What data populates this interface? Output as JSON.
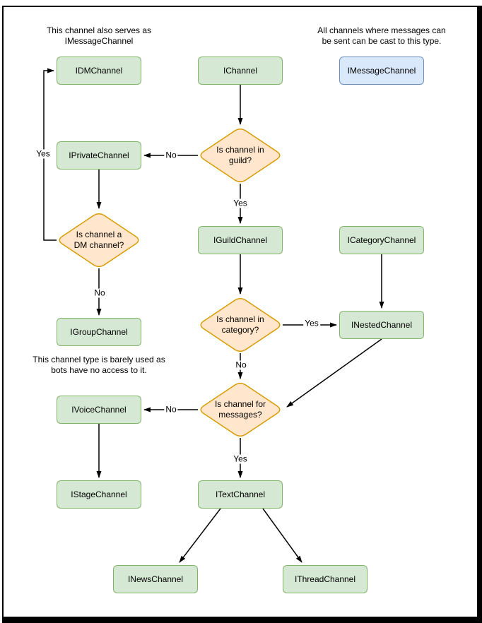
{
  "diagram": {
    "colors": {
      "node_fill": "#d5e8d4",
      "node_stroke": "#82b366",
      "decision_fill": "#ffe6cc",
      "decision_stroke": "#d79b00",
      "cast_fill": "#dae8fc",
      "cast_stroke": "#6c8ebf",
      "wire": "#000000",
      "text": "#000000"
    },
    "notes": {
      "dm": "This channel also serves as\nIMessageChannel",
      "message": "All channels where messages can\nbe sent can be cast to this type.",
      "group": "This channel type is barely used as\nbots have no access to it."
    },
    "nodes": {
      "idm": {
        "label": "IDMChannel"
      },
      "ichannel": {
        "label": "IChannel"
      },
      "imessage": {
        "label": "IMessageChannel"
      },
      "iprivate": {
        "label": "IPrivateChannel"
      },
      "iguild": {
        "label": "IGuildChannel"
      },
      "icategory": {
        "label": "ICategoryChannel"
      },
      "igroup": {
        "label": "IGroupChannel"
      },
      "inested": {
        "label": "INestedChannel"
      },
      "ivoice": {
        "label": "IVoiceChannel"
      },
      "istage": {
        "label": "IStageChannel"
      },
      "itext": {
        "label": "ITextChannel"
      },
      "inews": {
        "label": "INewsChannel"
      },
      "ithread": {
        "label": "IThreadChannel"
      }
    },
    "decisions": {
      "guild": {
        "label": "Is channel in\nguild?"
      },
      "dm": {
        "label": "Is channel a\nDM channel?"
      },
      "category": {
        "label": "Is channel in\ncategory?"
      },
      "messages": {
        "label": "Is channel for\nmessages?"
      }
    },
    "edge_labels": {
      "dm_yes": "Yes",
      "guild_no": "No",
      "guild_yes": "Yes",
      "dm_no": "No",
      "category_yes": "Yes",
      "category_no": "No",
      "messages_no": "No",
      "messages_yes": "Yes"
    }
  }
}
